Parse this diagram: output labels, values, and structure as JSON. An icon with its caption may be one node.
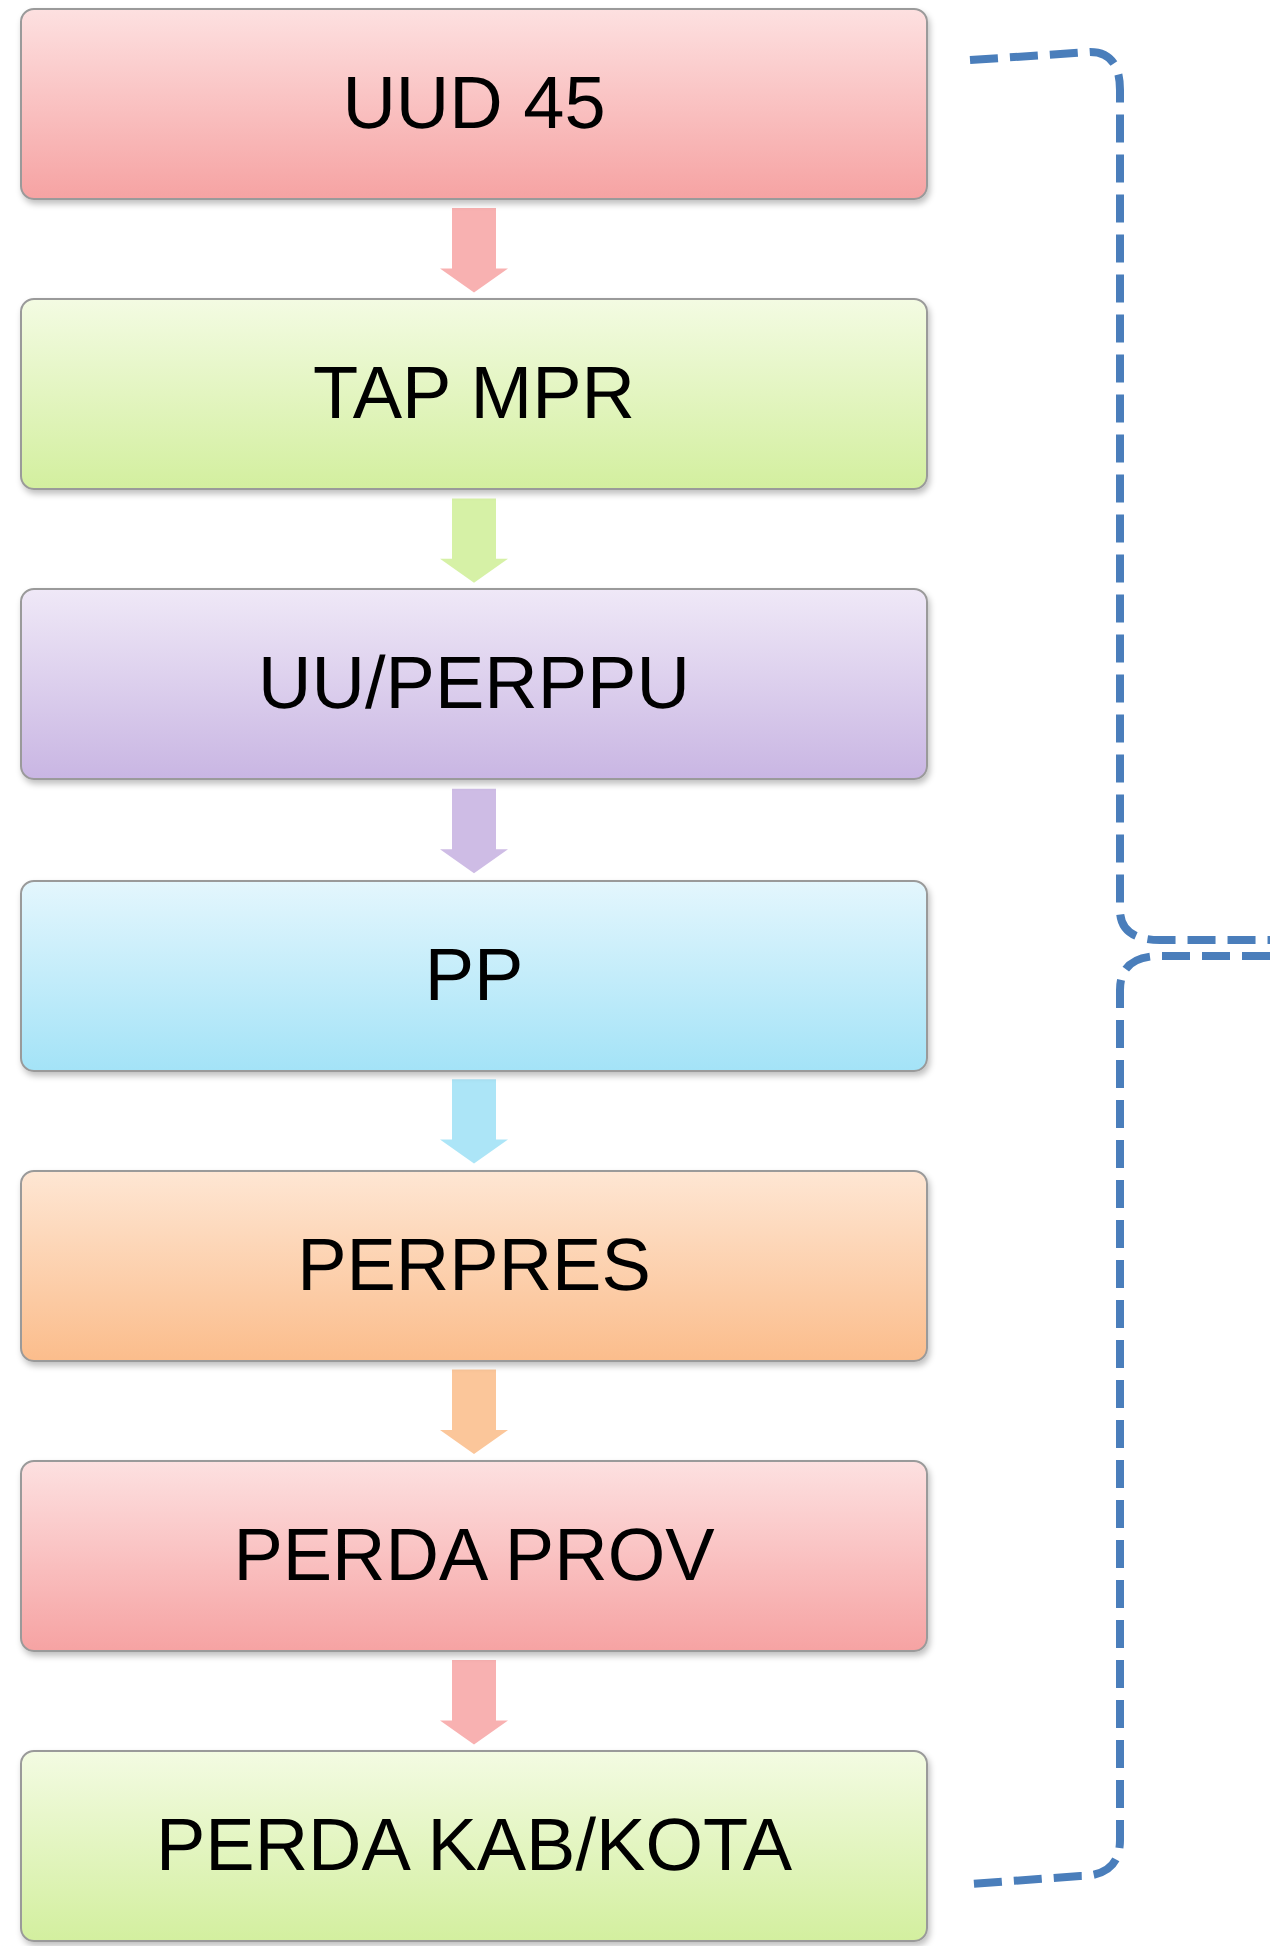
{
  "diagram": {
    "nodes": [
      {
        "text": [
          "UUD 45"
        ]
      },
      {
        "text": [
          "TAP MPR"
        ]
      },
      {
        "text": [
          "UU/PERPPU"
        ]
      },
      {
        "text": [
          "PP"
        ]
      },
      {
        "text": [
          "PERPRES"
        ]
      },
      {
        "text": [
          "PERDA PROV"
        ]
      },
      {
        "text": [
          "PERDA KAB/KOTA"
        ]
      }
    ],
    "edges": [
      {
        "from": 0,
        "to": 1,
        "arrow": "to",
        "color": "#f7a9a9"
      },
      {
        "from": 1,
        "to": 2,
        "arrow": "to",
        "color": "#d2ef9c"
      },
      {
        "from": 2,
        "to": 3,
        "arrow": "to",
        "color": "#c9b5e2"
      },
      {
        "from": 3,
        "to": 4,
        "arrow": "to",
        "color": "#a3e2f6"
      },
      {
        "from": 4,
        "to": 5,
        "arrow": "to",
        "color": "#fbc08f"
      },
      {
        "from": 5,
        "to": 6,
        "arrow": "to",
        "color": "#f7a9a9"
      }
    ]
  }
}
